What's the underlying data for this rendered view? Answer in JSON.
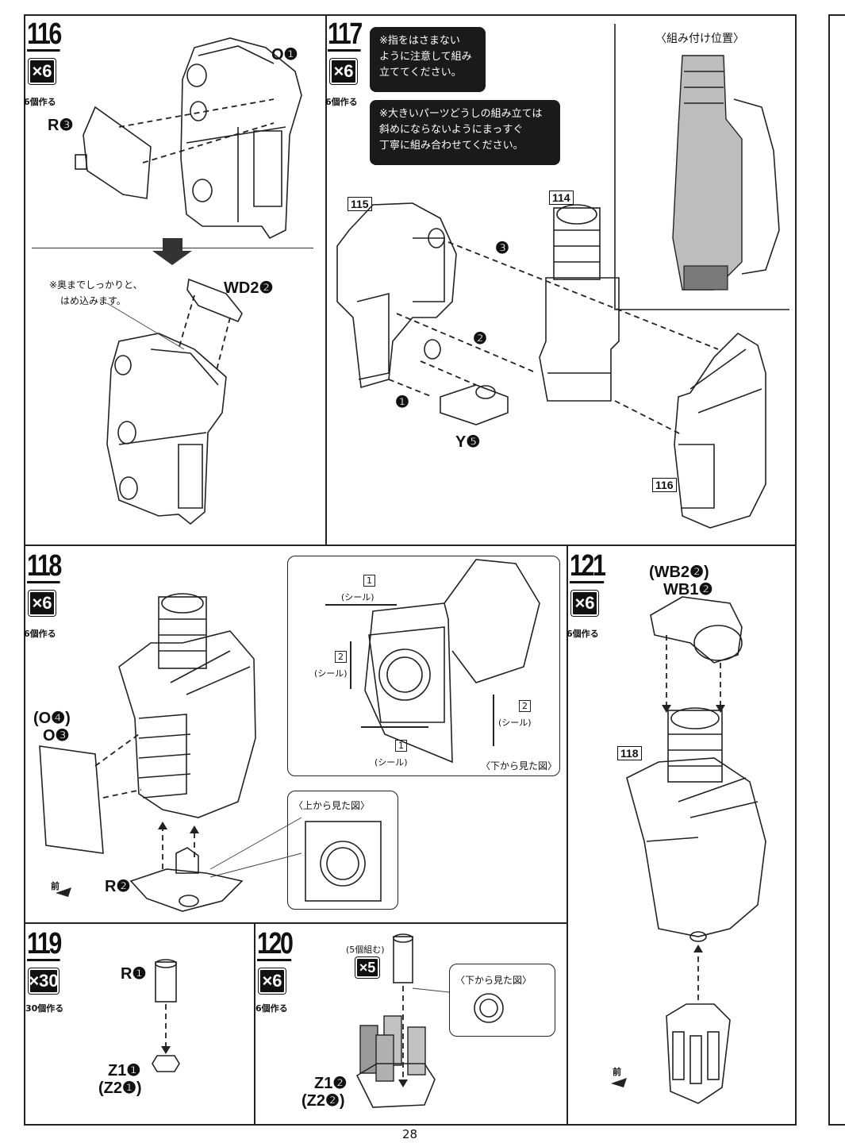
{
  "page_number": "28",
  "steps": {
    "s116": {
      "number": "116",
      "mult": "×6",
      "make": "6個作る"
    },
    "s117": {
      "number": "117",
      "mult": "×6",
      "make": "6個作る"
    },
    "s118": {
      "number": "118",
      "mult": "×6",
      "make": "6個作る"
    },
    "s119": {
      "number": "119",
      "mult": "×30",
      "make": "30個作る"
    },
    "s120": {
      "number": "120",
      "mult": "×6",
      "make": "6個作る"
    },
    "s121": {
      "number": "121",
      "mult": "×6",
      "make": "6個作る"
    }
  },
  "parts": {
    "o1": "O❶",
    "r3": "R❸",
    "wd2": "WD2❷",
    "y5": "Y❺",
    "o4": "(O❹)",
    "o3": "O❸",
    "r2": "R❷",
    "r1": "R❶",
    "z1_1": "Z1❶",
    "z2_1": "(Z2❶)",
    "z1_2": "Z1❷",
    "z2_2": "(Z2❷)",
    "wb2": "(WB2❷)",
    "wb1": "WB1❷"
  },
  "notes": {
    "push_line1": "※奥までしっかりと、",
    "push_line2": "はめ込みます。",
    "warn1_line1": "※指をはさまない",
    "warn1_line2": "ように注意して組み",
    "warn1_line3": "立ててください。",
    "warn2_line1": "※大きいパーツどうしの組み立ては",
    "warn2_line2": "斜めにならないようにまっすぐ",
    "warn2_line3": "丁寧に組み合わせてください。",
    "assembled_position": "〈組み付け位置〉",
    "view_from_bottom": "〈下から見た図〉",
    "view_from_top": "〈上から見た図〉",
    "view_from_bottom2": "〈下から見た図〉",
    "front": "前",
    "front2": "前",
    "make_five": "(5個組む)",
    "mult5": "×5"
  },
  "refs": {
    "r115": "115",
    "r114": "114",
    "r116": "116",
    "r118": "118"
  },
  "arrows": {
    "a1": "❶",
    "a2": "❷",
    "a3": "❸"
  },
  "stickers": {
    "n1a": "1",
    "n2a": "2",
    "n2b": "2",
    "n1b": "1",
    "seal": "(シール)",
    "seal2": "(シール)",
    "seal3": "(シール)",
    "seal4": "(シール)"
  }
}
